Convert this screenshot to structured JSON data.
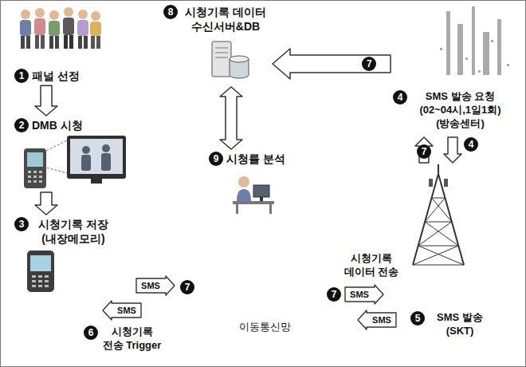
{
  "diagram": {
    "nodes": [
      {
        "text": [
          "1",
          "패널 선정"
        ]
      },
      {
        "text": [
          "2",
          "DMB 시청"
        ]
      },
      {
        "text": [
          "3",
          "시청기록 저장 (내장메모리)"
        ]
      },
      {
        "text": [
          "8",
          "시청기록 데이터 수신서버&DB"
        ]
      },
      {
        "text": [
          "4",
          "SMS 발송 요청 (02~04시,1일1회) (방송센터)"
        ]
      },
      {
        "text": [
          "9",
          "시청률 분석"
        ]
      },
      {
        "text": [
          "SMS"
        ]
      },
      {
        "text": [
          "SMS"
        ]
      },
      {
        "text": [
          "SMS"
        ]
      },
      {
        "text": [
          "SMS"
        ]
      },
      {
        "text": [
          "6",
          "시청기록 전송 Trigger"
        ]
      },
      {
        "text": [
          "5",
          "SMS 발송 (SKT)"
        ]
      }
    ],
    "edges": [
      {
        "from": 0,
        "to": 1,
        "arrow": "to"
      },
      {
        "from": 1,
        "to": 2,
        "arrow": "to"
      },
      {
        "from": 4,
        "to": 3,
        "arrow": "to",
        "label": "7"
      },
      {
        "from": 3,
        "to": 5,
        "arrow": "both"
      }
    ],
    "labels": [
      "7",
      "4",
      "7",
      "7",
      "시청기록 데이터 전송",
      "이동통신망"
    ]
  }
}
